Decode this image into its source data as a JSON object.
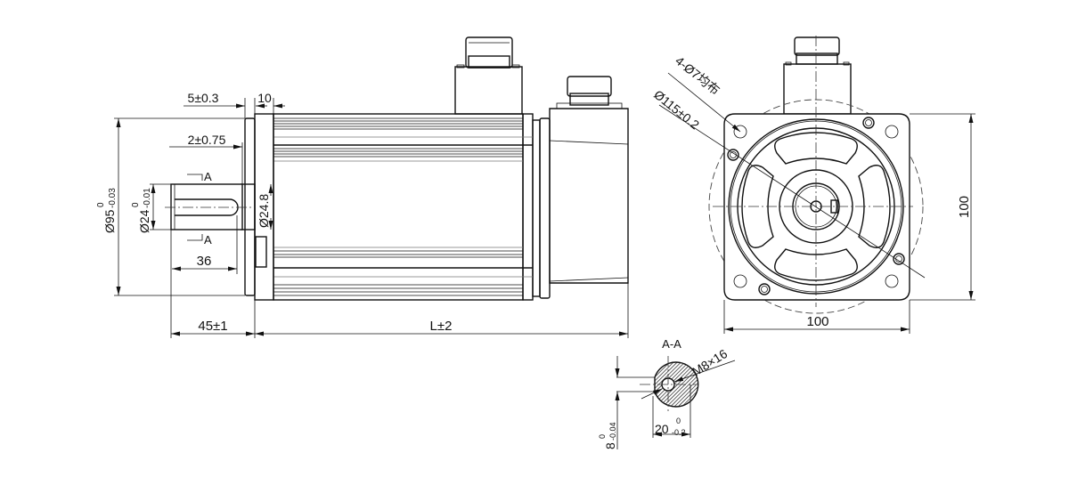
{
  "title": "Servo motor dimension drawing",
  "side_view": {
    "dim_flange_gap": "5±0.3",
    "dim_flange_thickness": "10",
    "dim_spigot": "2±0.75",
    "dim_flange_dia": "Ø95",
    "dim_flange_dia_tol_upper": "0",
    "dim_flange_dia_tol_lower": "-0.03",
    "dim_shaft_dia": "Ø24",
    "dim_shaft_dia_tol_upper": "0",
    "dim_shaft_dia_tol_lower": "-0.01",
    "dim_shoulder_dia": "Ø24.8",
    "dim_key_length": "36",
    "dim_shaft_length": "45±1",
    "dim_body_length": "L±2",
    "section_mark": "A"
  },
  "end_view": {
    "hole_note": "4-Ø7均布",
    "pcd_note": "Ø115±0.2",
    "dim_height": "100",
    "dim_width": "100"
  },
  "section": {
    "title": "A-A",
    "thread_note": "M8×16",
    "dim_width": "20",
    "dim_width_tol_upper": "0",
    "dim_width_tol_lower": "-0.2",
    "dim_key": "8",
    "dim_key_tol_upper": "0",
    "dim_key_tol_lower": "-0.04"
  }
}
